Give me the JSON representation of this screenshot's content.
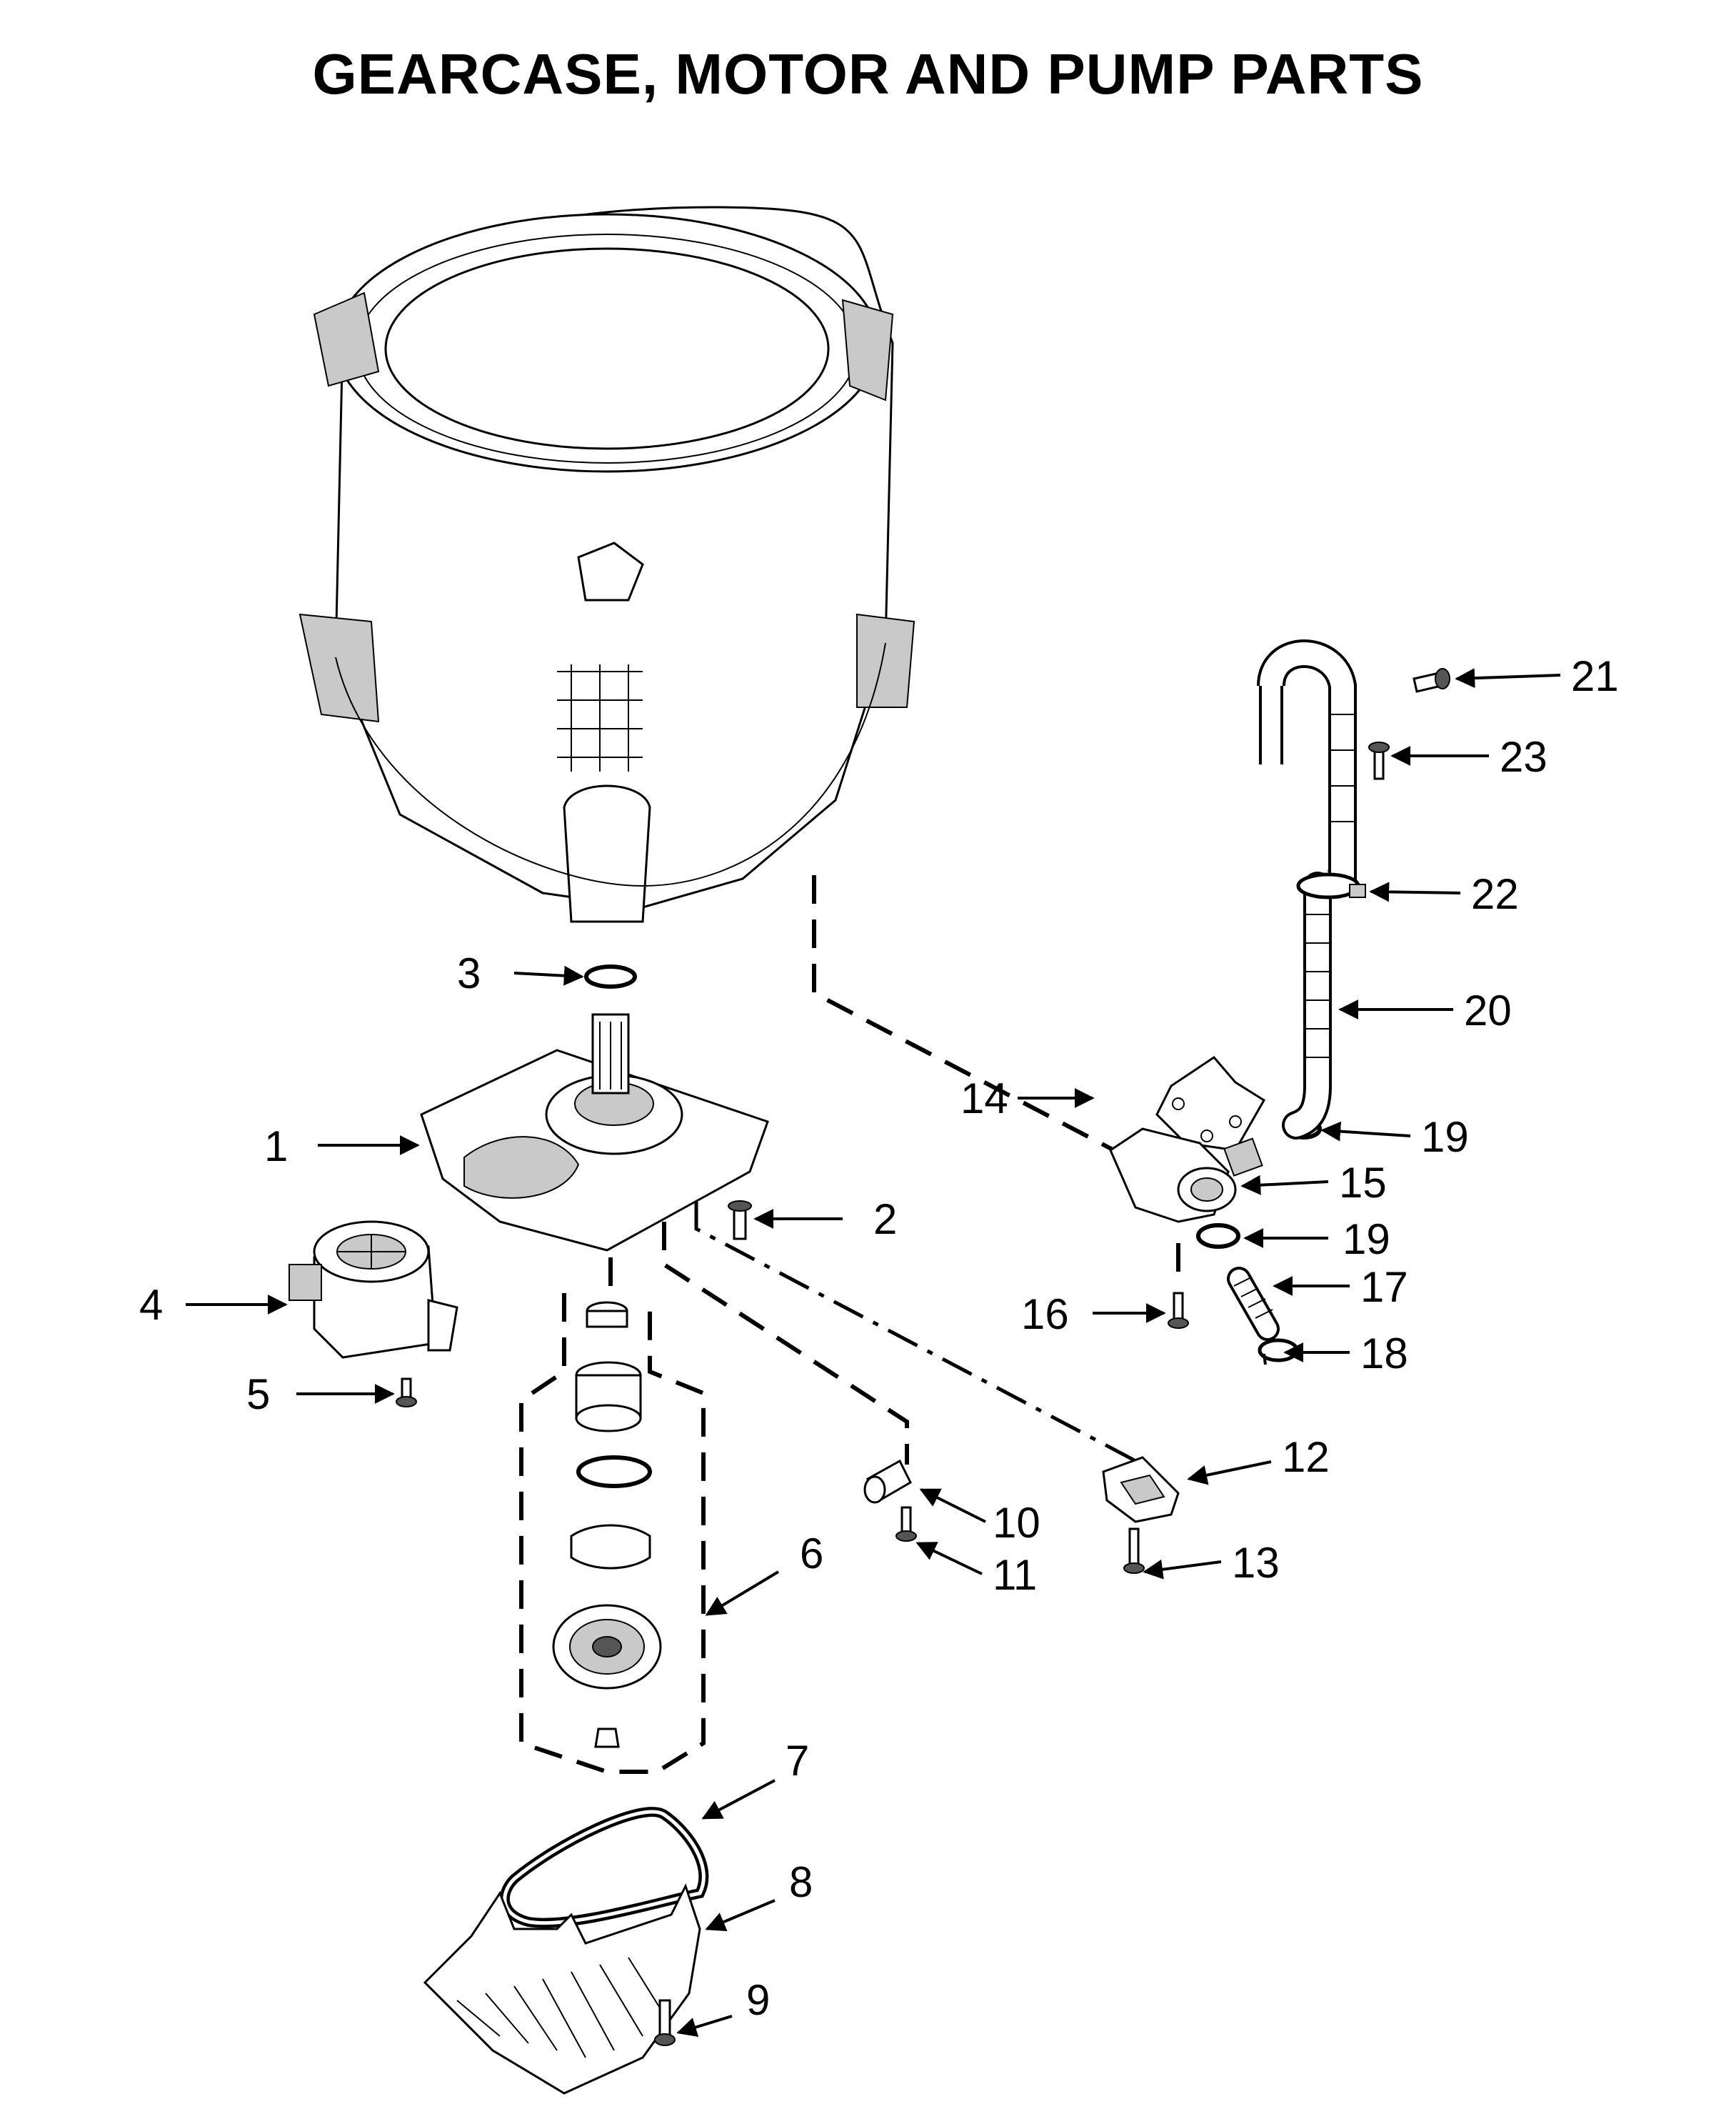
{
  "title": "GEARCASE, MOTOR AND PUMP PARTS",
  "callouts": [
    {
      "id": "1",
      "label": "1"
    },
    {
      "id": "2",
      "label": "2"
    },
    {
      "id": "3",
      "label": "3"
    },
    {
      "id": "4",
      "label": "4"
    },
    {
      "id": "5",
      "label": "5"
    },
    {
      "id": "6",
      "label": "6"
    },
    {
      "id": "7",
      "label": "7"
    },
    {
      "id": "8",
      "label": "8"
    },
    {
      "id": "9",
      "label": "9"
    },
    {
      "id": "10",
      "label": "10"
    },
    {
      "id": "11",
      "label": "11"
    },
    {
      "id": "12",
      "label": "12"
    },
    {
      "id": "13",
      "label": "13"
    },
    {
      "id": "14",
      "label": "14"
    },
    {
      "id": "15",
      "label": "15"
    },
    {
      "id": "16",
      "label": "16"
    },
    {
      "id": "17",
      "label": "17"
    },
    {
      "id": "18",
      "label": "18"
    },
    {
      "id": "19a",
      "label": "19"
    },
    {
      "id": "19b",
      "label": "19"
    },
    {
      "id": "20",
      "label": "20"
    },
    {
      "id": "21",
      "label": "21"
    },
    {
      "id": "22",
      "label": "22"
    },
    {
      "id": "23",
      "label": "23"
    }
  ]
}
